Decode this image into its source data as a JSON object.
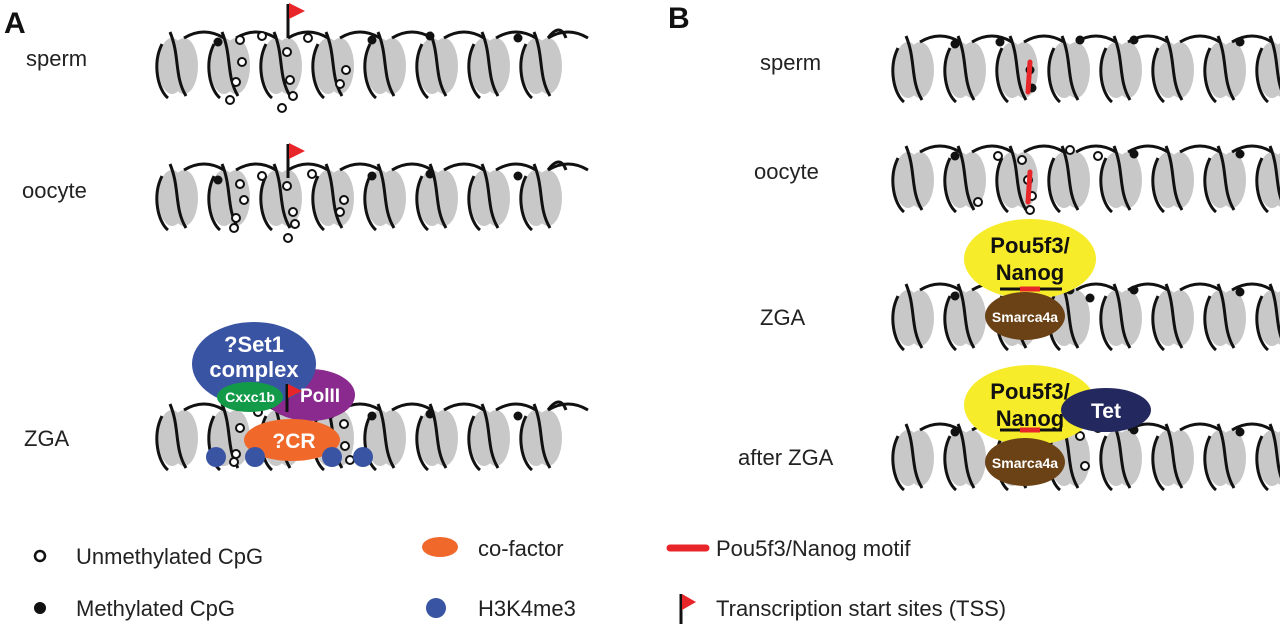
{
  "panels": {
    "a": {
      "letter": "A",
      "rows": [
        "sperm",
        "oocyte",
        "ZGA"
      ],
      "factors": {
        "set1_line1": "?Set1",
        "set1_line2": "complex",
        "polii": "PolII",
        "cxxc1b": "Cxxc1b",
        "cr": "?CR"
      }
    },
    "b": {
      "letter": "B",
      "rows": [
        "sperm",
        "oocyte",
        "ZGA",
        "after ZGA"
      ],
      "factors": {
        "pou_line1": "Pou5f3/",
        "pou_line2": "Nanog",
        "smarca": "Smarca4a",
        "tet": "Tet"
      }
    }
  },
  "legend": {
    "unmethylated": "Unmethylated CpG",
    "methylated": "Methylated CpG",
    "cofactor": "co-factor",
    "h3k4me3": "H3K4me3",
    "motif": "Pou5f3/Nanog motif",
    "tss": "Transcription start sites (TSS)"
  },
  "colors": {
    "nucleosome": "#c8c8c8",
    "dna": "#111111",
    "tss_flag": "#e8262a",
    "set1": "#3a54a4",
    "polii": "#8a2a8e",
    "cxxc1b": "#139a48",
    "cofactor": "#f0692b",
    "h3k4me3": "#3a54a4",
    "pou_nanog": "#f7ec2a",
    "smarca": "#6b4216",
    "tet": "#23285e",
    "motif": "#e8262a"
  }
}
